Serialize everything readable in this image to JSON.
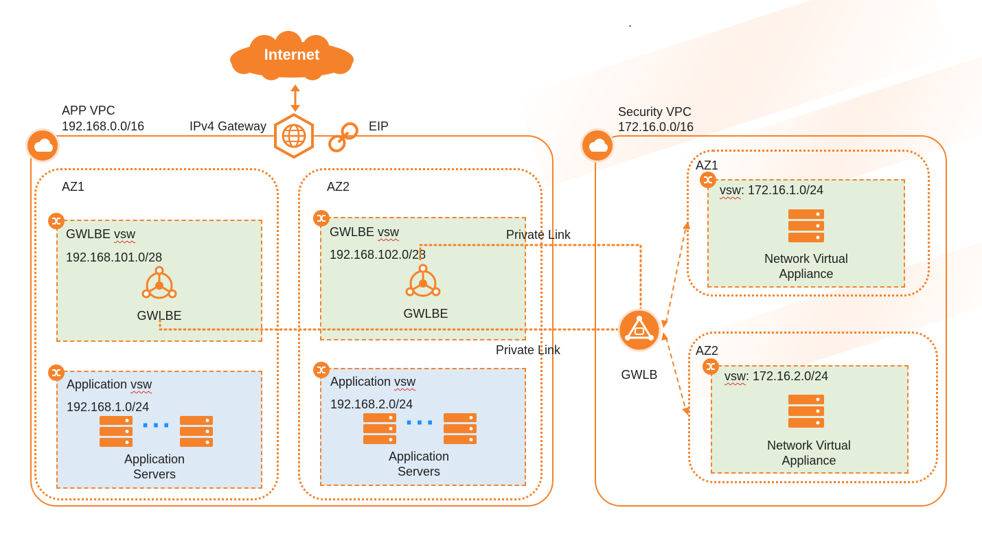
{
  "internet": {
    "label": "Internet"
  },
  "gateway": {
    "label": "IPv4 Gateway",
    "icon": "ipv4-gateway-icon"
  },
  "eip": {
    "label": "EIP",
    "icon": "eip-link-icon"
  },
  "stray_mark": ".",
  "app_vpc": {
    "name": "APP VPC",
    "cidr": "192.168.0.0/16",
    "az1": {
      "label": "AZ1",
      "gwlbe_vsw": {
        "name_prefix": "GWLBE ",
        "name_suffix": "vsw",
        "cidr": "192.168.101.0/28",
        "endpoint": "GWLBE"
      },
      "app_vsw": {
        "name_prefix": "Application ",
        "name_suffix": "vsw",
        "cidr": "192.168.1.0/24",
        "servers_line1": "Application",
        "servers_line2": "Servers"
      }
    },
    "az2": {
      "label": "AZ2",
      "gwlbe_vsw": {
        "name_prefix": "GWLBE ",
        "name_suffix": "vsw",
        "cidr": "192.168.102.0/28",
        "endpoint": "GWLBE"
      },
      "app_vsw": {
        "name_prefix": "Application ",
        "name_suffix": "vsw",
        "cidr": "192.168.2.0/24",
        "servers_line1": "Application",
        "servers_line2": "Servers"
      }
    }
  },
  "links": {
    "private_link_top": "Private Link",
    "private_link_bottom": "Private Link"
  },
  "gwlb": {
    "label": "GWLB"
  },
  "security_vpc": {
    "name": "Security VPC",
    "cidr": "172.16.0.0/16",
    "az1": {
      "label": "AZ1",
      "vsw_prefix": "vsw",
      "vsw_cidr": ":  172.16.1.0/24",
      "nva_line1": "Network Virtual",
      "nva_line2": "Appliance"
    },
    "az2": {
      "label": "AZ2",
      "vsw_prefix": "vsw",
      "vsw_cidr": ":  172.16.2.0/24",
      "nva_line1": "Network Virtual",
      "nva_line2": "Appliance"
    }
  },
  "colors": {
    "accent": "#f5822a",
    "vsw_green": "#e3efda",
    "vsw_blue": "#dde9f5",
    "ellipsis": "#1e90ff"
  }
}
